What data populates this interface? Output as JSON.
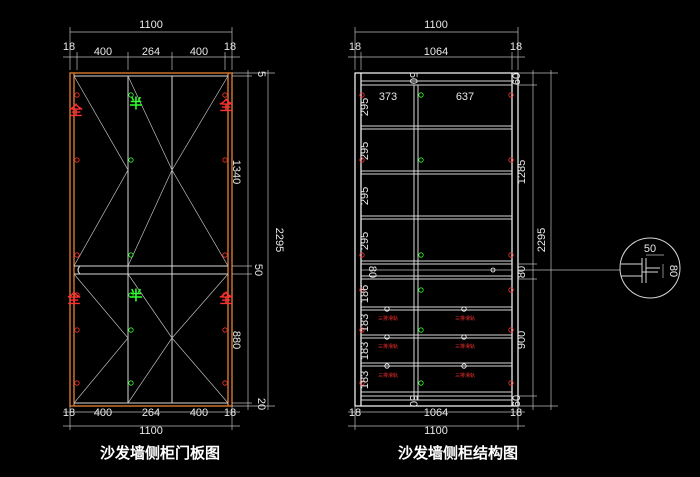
{
  "colors": {
    "background": "#000000",
    "line": "#d8d8d8",
    "frame_orange": "#c8702a",
    "red": "#ff3030",
    "green": "#30ff30"
  },
  "left": {
    "title": "沙发墙侧柜门板图",
    "top_total": "1100",
    "top_segments": [
      "18",
      "400",
      "264",
      "400",
      "18"
    ],
    "bottom_segments": [
      "18",
      "400",
      "264",
      "400",
      "18"
    ],
    "bottom_total": "1100",
    "right_dims": [
      "5",
      "1340",
      "50",
      "880",
      "20"
    ],
    "right_total": "2295",
    "marks": {
      "full": "全",
      "half": "半"
    }
  },
  "right": {
    "title": "沙发墙侧柜结构图",
    "top_total": "1100",
    "top_left": "18",
    "top_right": "18",
    "inner_width": "1064",
    "bottom_inner": "1064",
    "bottom_left": "18",
    "bottom_right": "18",
    "bottom_total": "1100",
    "col_left": "373",
    "col_right": "637",
    "top_gap": "50",
    "bottom_gap": "50",
    "mid_band": "80",
    "left_dims": [
      "295",
      "295",
      "295",
      "295",
      "186",
      "183",
      "183",
      "183"
    ],
    "right_dims": [
      "60",
      "1285",
      "80",
      "900",
      "60"
    ],
    "right_total": "2295",
    "drawer_label": "三排滑轨"
  },
  "detail": {
    "dim_a": "50",
    "dim_b": "80"
  }
}
